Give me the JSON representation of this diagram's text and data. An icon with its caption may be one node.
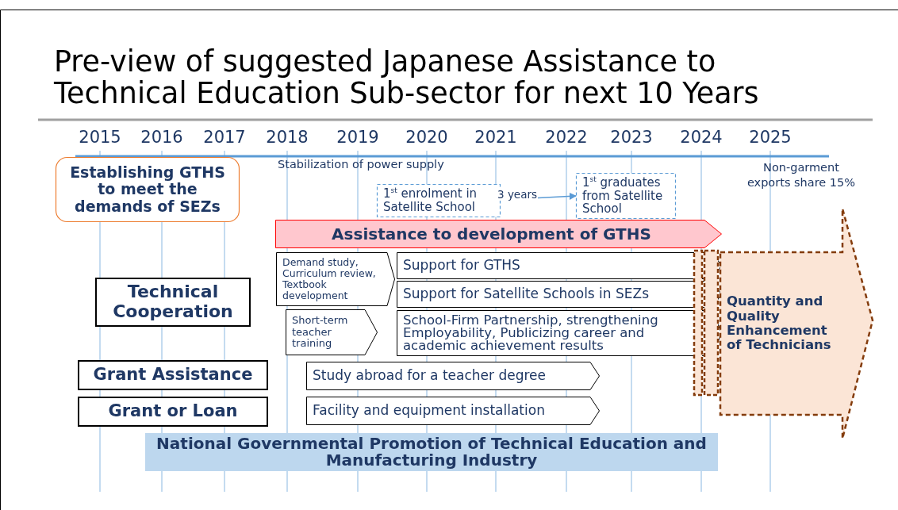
{
  "diagram": {
    "title": "Pre-view of suggested Japanese Assistance to Technical Education Sub-sector for next 10 Years",
    "nodes": [
      {
        "text": [
          "Establishing GTHS to meet the demands of SEZs"
        ]
      },
      {
        "text": [
          "1$^{st}$ enrolment in Satellite School"
        ]
      },
      {
        "text": [
          "1$^{st}$ graduates from Satellite School"
        ]
      },
      {
        "text": [
          "Assistance to development of GTHS"
        ]
      },
      {
        "text": [
          "Technical Cooperation"
        ]
      },
      {
        "text": [
          "Demand study, Curriculum review, Textbook development"
        ]
      },
      {
        "text": [
          "Support for GTHS"
        ]
      },
      {
        "text": [
          "Support for Satellite Schools in SEZs"
        ]
      },
      {
        "text": [
          "Short-term teacher training"
        ]
      },
      {
        "text": [
          "School-Firm Partnership, strengthening Employability, Publicizing career and academic achievement results"
        ]
      },
      {
        "text": [
          "Grant Assistance"
        ]
      },
      {
        "text": [
          "Study abroad for a teacher degree"
        ]
      },
      {
        "text": [
          "Grant or Loan"
        ]
      },
      {
        "text": [
          "Facility and equipment installation"
        ]
      },
      {
        "text": [
          "Quantity and Quality Enhancement of Technicians"
        ]
      },
      {
        "text": [
          "National Governmental Promotion of Technical Education and Manufacturing Industry"
        ]
      }
    ],
    "edges": [
      {
        "from": 1,
        "to": 2,
        "arrow": "to",
        "label": "3 years"
      }
    ],
    "labels": [
      "2015",
      "2016",
      "2017",
      "2018",
      "2019",
      "2020",
      "2021",
      "2022",
      "2023",
      "2024",
      "2025",
      "Stabilization of power supply",
      "Non-garment exports share 15%"
    ]
  }
}
